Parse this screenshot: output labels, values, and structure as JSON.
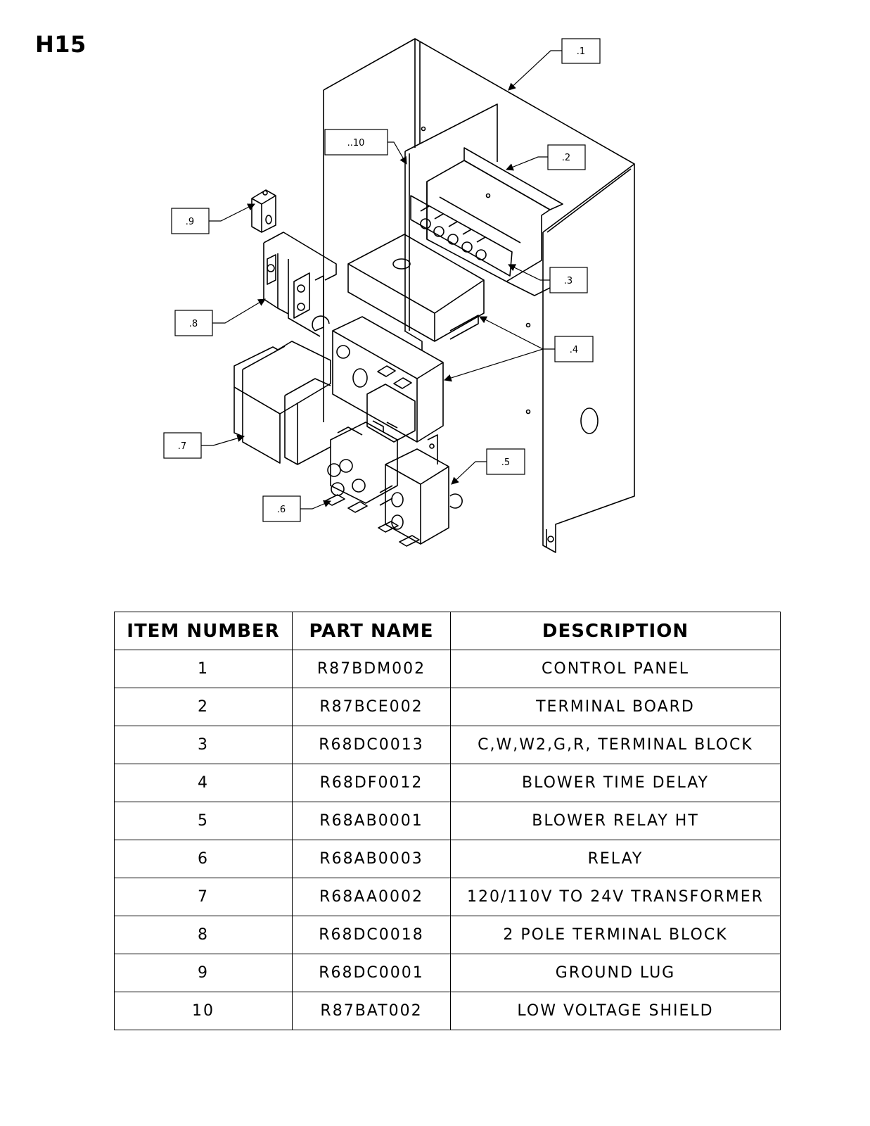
{
  "page_code": "H15",
  "callouts": [
    ".1",
    ".2",
    ".3",
    ".4",
    ".5",
    ".6",
    ".7",
    ".8",
    ".9",
    "..10"
  ],
  "table": {
    "headers": [
      "ITEM NUMBER",
      "PART NAME",
      "DESCRIPTION"
    ],
    "rows": [
      {
        "item": "1",
        "part": "R87BDM002",
        "description": "CONTROL PANEL"
      },
      {
        "item": "2",
        "part": "R87BCE002",
        "description": "TERMINAL BOARD"
      },
      {
        "item": "3",
        "part": "R68DC0013",
        "description": "C,W,W2,G,R, TERMINAL BLOCK"
      },
      {
        "item": "4",
        "part": "R68DF0012",
        "description": "BLOWER TIME DELAY"
      },
      {
        "item": "5",
        "part": "R68AB0001",
        "description": "BLOWER RELAY HT"
      },
      {
        "item": "6",
        "part": "R68AB0003",
        "description": "RELAY"
      },
      {
        "item": "7",
        "part": "R68AA0002",
        "description": "120/110V TO 24V TRANSFORMER"
      },
      {
        "item": "8",
        "part": "R68DC0018",
        "description": "2 POLE TERMINAL BLOCK"
      },
      {
        "item": "9",
        "part": "R68DC0001",
        "description": "GROUND LUG"
      },
      {
        "item": "10",
        "part": "R87BAT002",
        "description": "LOW VOLTAGE SHIELD"
      }
    ]
  }
}
